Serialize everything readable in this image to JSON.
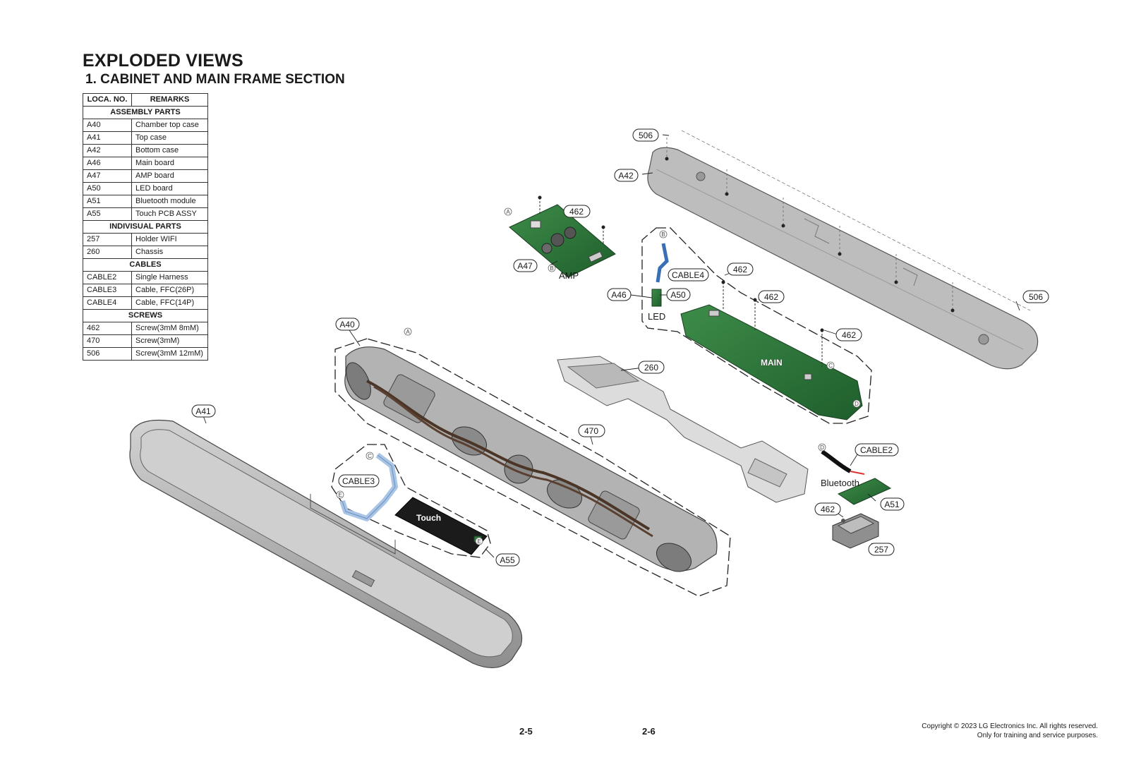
{
  "header": {
    "title": "EXPLODED VIEWS",
    "subtitle": "1. CABINET AND MAIN FRAME SECTION"
  },
  "parts_table": {
    "col_loc": "LOCA. NO.",
    "col_remarks": "REMARKS",
    "sections": [
      {
        "name": "ASSEMBLY PARTS",
        "rows": [
          {
            "loc": "A40",
            "remark": "Chamber top case"
          },
          {
            "loc": "A41",
            "remark": "Top case"
          },
          {
            "loc": "A42",
            "remark": "Bottom case"
          },
          {
            "loc": "A46",
            "remark": "Main board"
          },
          {
            "loc": "A47",
            "remark": "AMP board"
          },
          {
            "loc": "A50",
            "remark": "LED board"
          },
          {
            "loc": "A51",
            "remark": "Bluetooth module"
          },
          {
            "loc": "A55",
            "remark": "Touch PCB ASSY"
          }
        ]
      },
      {
        "name": "INDIVISUAL PARTS",
        "rows": [
          {
            "loc": "257",
            "remark": "Holder WIFI"
          },
          {
            "loc": "260",
            "remark": "Chassis"
          }
        ]
      },
      {
        "name": "CABLES",
        "rows": [
          {
            "loc": "CABLE2",
            "remark": "Single Harness"
          },
          {
            "loc": "CABLE3",
            "remark": "Cable, FFC(26P)"
          },
          {
            "loc": "CABLE4",
            "remark": "Cable, FFC(14P)"
          }
        ]
      },
      {
        "name": "SCREWS",
        "rows": [
          {
            "loc": "462",
            "remark": "Screw(3mM 8mM)"
          },
          {
            "loc": "470",
            "remark": "Screw(3mM)"
          },
          {
            "loc": "506",
            "remark": "Screw(3mM 12mM)"
          }
        ]
      }
    ]
  },
  "callouts": {
    "a40": "A40",
    "a41": "A41",
    "a42": "A42",
    "a46": "A46",
    "a47": "A47",
    "a50": "A50",
    "a51": "A51",
    "a55": "A55",
    "c257": "257",
    "c260": "260",
    "c462_amp": "462",
    "c462_a": "462",
    "c462_b": "462",
    "c462_c": "462",
    "c462_bt": "462",
    "c470": "470",
    "c506_top": "506",
    "c506_right": "506",
    "cable2": "CABLE2",
    "cable3": "CABLE3",
    "cable4": "CABLE4"
  },
  "part_labels": {
    "amp": "AMP",
    "led": "LED",
    "main": "MAIN",
    "bluetooth": "Bluetooth",
    "touch": "Touch"
  },
  "connector_refs": {
    "a_amp": "A",
    "b_amp": "B",
    "b_cable": "B",
    "a_chamber": "A",
    "c_main": "C",
    "d_main": "D",
    "c_cable": "C",
    "e_cable": "E",
    "e_touch": "E",
    "d_cable2": "D"
  },
  "footer": {
    "page_left": "2-5",
    "page_right": "2-6",
    "copyright": "Copyright © 2023 LG Electronics Inc. All rights reserved.",
    "usage": "Only for training and service purposes."
  },
  "colors": {
    "case_gray": "#a9a9a9",
    "case_light": "#c9c9c9",
    "pcb_green": "#2f7a3c",
    "chassis_silver": "#d8d8d8"
  }
}
